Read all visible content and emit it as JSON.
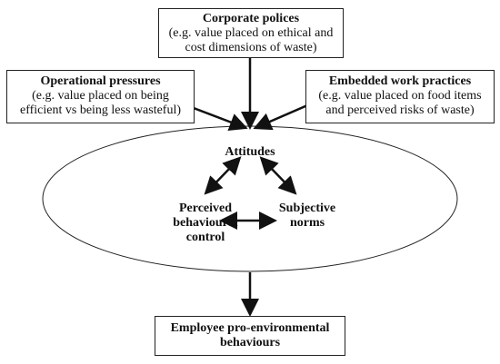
{
  "boxes": {
    "corporate": {
      "title": "Corporate polices",
      "line1": "(e.g. value placed on ethical and",
      "line2": "cost dimensions of waste)"
    },
    "operational": {
      "title": "Operational pressures",
      "line1": "(e.g. value placed on being",
      "line2": "efficient vs being less wasteful)"
    },
    "embedded": {
      "title": "Embedded work practices",
      "line1": "(e.g. value placed on food items",
      "line2": "and perceived risks of waste)"
    },
    "outcome": {
      "line1": "Employee pro-environmental",
      "line2": "behaviours"
    }
  },
  "ellipse": {
    "attitudes": "Attitudes",
    "pbc": [
      "Perceived",
      "behavioural",
      "control"
    ],
    "norms": [
      "Subjective",
      "norms"
    ]
  },
  "colors": {
    "stroke": "#111111",
    "background": "#ffffff"
  }
}
